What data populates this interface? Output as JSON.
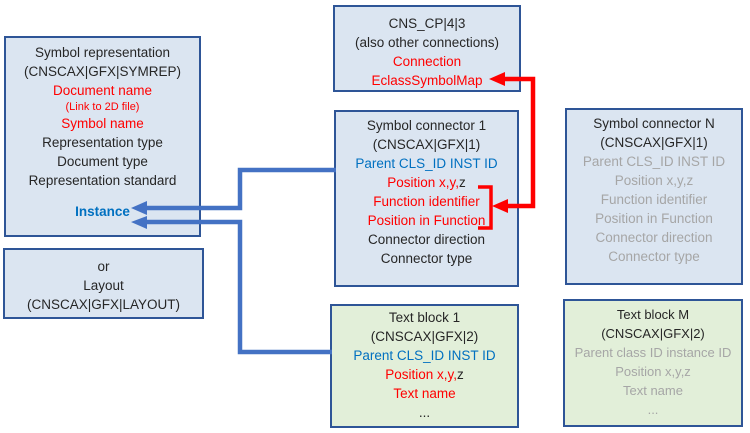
{
  "colors": {
    "box_blue_fill": "#dbe5f1",
    "box_green_fill": "#e2efd9",
    "box_border": "#2e5597",
    "arrow_blue": "#4472c4",
    "arrow_red": "#ff0000",
    "text_red": "#ff0000",
    "text_blue": "#0070c0",
    "text_gray": "#a6a6a6",
    "text_black": "#262626"
  },
  "boxes": {
    "symrep": {
      "title": "Symbol representation",
      "subtitle": "(CNSCAX|GFX|SYMREP)",
      "document_name": "Document name",
      "link_note": "(Link to 2D file)",
      "symbol_name": "Symbol name",
      "representation_type": "Representation type",
      "document_type": "Document type",
      "representation_standard": "Representation standard",
      "instance": "Instance"
    },
    "layout": {
      "or_label": "or",
      "title": "Layout",
      "subtitle": "(CNSCAX|GFX|LAYOUT)"
    },
    "cns_cp": {
      "title": "CNS_CP|4|3",
      "subtitle": "(also other connections)",
      "connection": "Connection",
      "eclass_symbol_map": "EclassSymbolMap"
    },
    "connector1": {
      "title": "Symbol connector 1",
      "subtitle": "(CNSCAX|GFX|1)",
      "parent": "Parent CLS_ID INST ID",
      "position": "Position x,y,",
      "position_z": "z",
      "function_identifier": "Function identifier",
      "position_in_function": "Position in Function",
      "connector_direction": "Connector direction",
      "connector_type": "Connector type"
    },
    "connectorN": {
      "title": "Symbol connector N",
      "subtitle": "(CNSCAX|GFX|1)",
      "parent": "Parent CLS_ID INST ID",
      "position": "Position x,y,z",
      "function_identifier": "Function identifier",
      "position_in_function": "Position in Function",
      "connector_direction": "Connector direction",
      "connector_type": "Connector type"
    },
    "textblock1": {
      "title": "Text block 1",
      "subtitle": "(CNSCAX|GFX|2)",
      "parent": "Parent CLS_ID INST ID",
      "position": "Position x,y,",
      "position_z": "z",
      "text_name": "Text name",
      "ellipsis": "..."
    },
    "textblockM": {
      "title": "Text block M",
      "subtitle": "(CNSCAX|GFX|2)",
      "parent": "Parent class ID instance ID",
      "position": "Position x,y,z",
      "text_name": "Text name",
      "ellipsis": "..."
    }
  },
  "connectors": [
    {
      "name": "conn1-parent-to-instance",
      "from": "Symbol connector 1 / Parent CLS_ID INST ID",
      "to": "Symbol representation / Instance",
      "color": "#4472c4"
    },
    {
      "name": "textblock1-parent-to-instance",
      "from": "Text block 1 / Parent CLS_ID INST ID",
      "to": "Symbol representation / Instance",
      "color": "#4472c4"
    },
    {
      "name": "eclasssymbolmap-function-fields",
      "from": "CNS_CP|4|3 / EclassSymbolMap",
      "to": "Symbol connector 1 / Function identifier + Position in Function",
      "color": "#ff0000"
    }
  ]
}
